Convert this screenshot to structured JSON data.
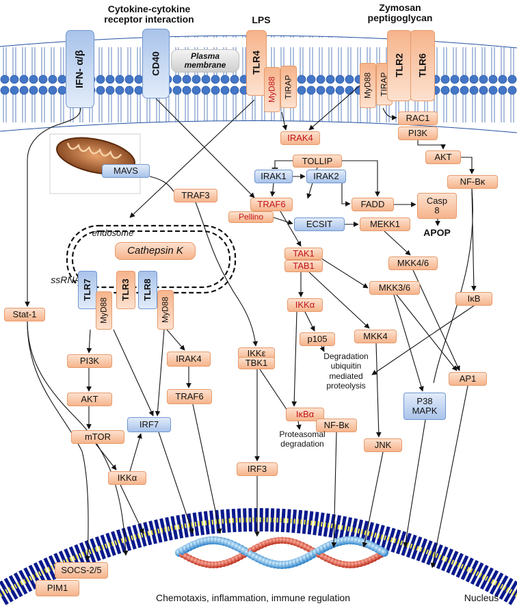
{
  "titles": {
    "cytokine": "Cytokine-cytokine\nreceptor interaction",
    "lps": "LPS",
    "zymosan": "Zymosan\npeptigoglycan",
    "plasma": "Plasma\nmembrane"
  },
  "receptors": {
    "ifn": "IFN- α/β",
    "cd40": "CD40",
    "tlr4": "TLR4",
    "myd88_a": "MyD88",
    "tirap_a": "TIRAP",
    "myd88_b": "MyD88",
    "tirap_b": "TIRAP",
    "tlr2": "TLR2",
    "tlr6": "TLR6"
  },
  "nodes": {
    "irak4_top": "IRAK4",
    "tollip": "TOLLIP",
    "irak1": "IRAK1",
    "irak2": "IRAK2",
    "traf6_top": "TRAF6",
    "pellino": "Pellino",
    "traf3": "TRAF3",
    "mavs": "MAVS",
    "rac1": "RAC1",
    "pi3k_top": "PI3K",
    "akt_top": "AKT",
    "nfkb_top": "NF-Bκ",
    "fadd": "FADD",
    "casp8": "Casp\n8",
    "ecsit": "ECSIT",
    "mekk1": "MEKK1",
    "tak1": "TAK1",
    "tab1": "TAB1",
    "mkk46": "MKK4/6",
    "mkk36": "MKK3/6",
    "ikb_right": "IκB",
    "ikka_mid": "IKKα",
    "p105": "p105",
    "mkk4": "MKK4",
    "ap1": "AP1",
    "ikke": "IKKε",
    "tbk1": "TBK1",
    "ikba": "IκBα",
    "nfkb_mid": "NF-Bκ",
    "p38": "P38\nMAPK",
    "jnk": "JNK",
    "irf3": "IRF3",
    "stat1": "Stat-1",
    "tlr7": "TLR7",
    "tlr3": "TLR3",
    "tlr8": "TLR8",
    "myd88_c": "MyD88",
    "myd88_d": "MyD88",
    "cathepsin": "Cathepsin K",
    "pi3k_low": "PI3K",
    "akt_low": "AKT",
    "mtor": "mTOR",
    "ikka_low": "IKKα",
    "irf7": "IRF7",
    "irak4_low": "IRAK4",
    "traf6_low": "TRAF6",
    "socs": "SOCS-2/5",
    "pim1": "PIM1"
  },
  "labels": {
    "apop": "APOP",
    "endosome": "endosome",
    "ssrna": "ssRNA",
    "degradation": "Degradation\nubiquitin\nmediated\nproteolysis",
    "proteasomal": "Proteasomal\ndegradation",
    "chemotaxis": "Chemotaxis, inflammation, immune regulation",
    "nucleus": "Nucleus"
  },
  "colors": {
    "node_orange": "#f6b48c",
    "node_blue": "#a9c3ea",
    "highlight_red": "#c0141b",
    "membrane_blue": "#2f63b5",
    "nuclear_yellow": "#e7e04a",
    "nuclear_navy": "#0a1a8c"
  },
  "icons": [
    "mitochondrion-icon",
    "dna-helix-icon"
  ]
}
